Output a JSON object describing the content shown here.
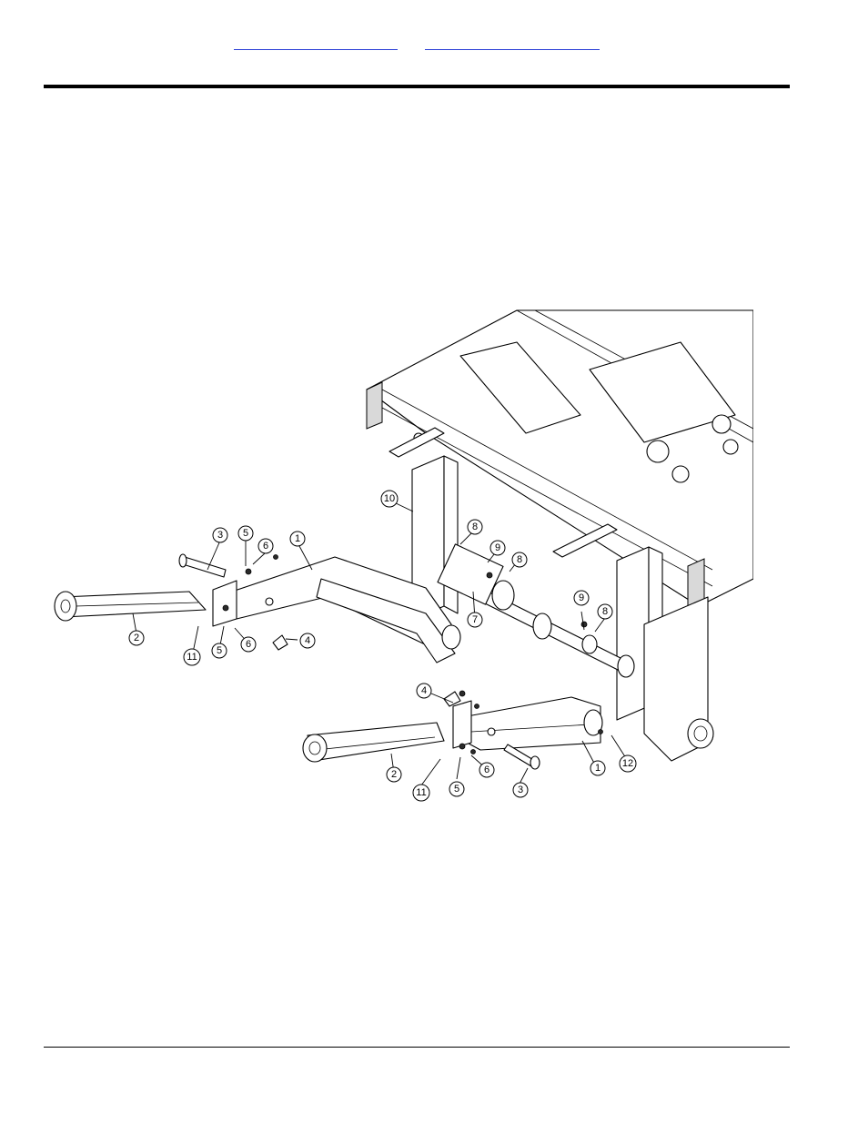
{
  "header": {
    "links": [
      {
        "label": ""
      },
      {
        "label": ""
      }
    ]
  },
  "diagram": {
    "callouts": [
      {
        "label": "1"
      },
      {
        "label": "2"
      },
      {
        "label": "3"
      },
      {
        "label": "4"
      },
      {
        "label": "5"
      },
      {
        "label": "6"
      },
      {
        "label": "7"
      },
      {
        "label": "8"
      },
      {
        "label": "9"
      },
      {
        "label": "10"
      },
      {
        "label": "11"
      },
      {
        "label": "12"
      }
    ]
  }
}
